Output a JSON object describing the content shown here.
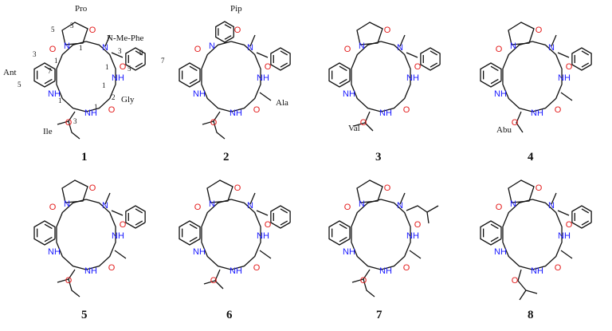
{
  "figure": {
    "compounds": [
      {
        "number": "1",
        "residue_labels": [
          "Pro",
          "N-Me-Phe",
          "Gly",
          "Ile",
          "Ant"
        ],
        "locants": [
          "1",
          "1",
          "1",
          "1",
          "1",
          "1",
          "2",
          "3",
          "3",
          "3",
          "3",
          "5",
          "5",
          "5",
          "7",
          "7",
          "9"
        ]
      },
      {
        "number": "2",
        "residue_labels": [
          "Pip",
          "Ala"
        ]
      },
      {
        "number": "3",
        "residue_labels": [
          "Val"
        ]
      },
      {
        "number": "4",
        "residue_labels": [
          "Abu"
        ]
      },
      {
        "number": "5",
        "residue_labels": []
      },
      {
        "number": "6",
        "residue_labels": []
      },
      {
        "number": "7",
        "residue_labels": []
      },
      {
        "number": "8",
        "residue_labels": []
      }
    ],
    "atom_symbols": {
      "nitrogen": "N",
      "oxygen": "O",
      "amide_nh": "NH",
      "nitrogen_color": "#1a1aff",
      "oxygen_color": "#e31b1b"
    }
  }
}
